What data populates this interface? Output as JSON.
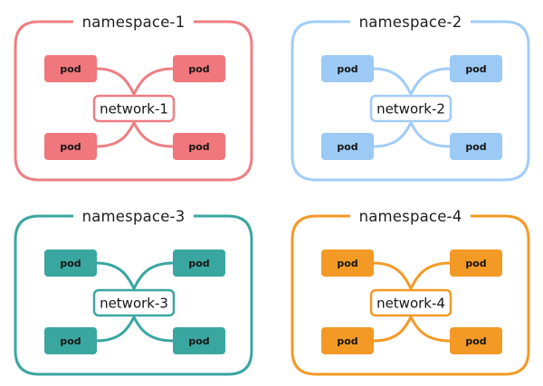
{
  "namespaces": [
    {
      "title": "namespace-1",
      "network": "network-1",
      "pods": [
        "pod",
        "pod",
        "pod",
        "pod"
      ],
      "border_color": "#ee7f84",
      "pod_color": "#f0777c"
    },
    {
      "title": "namespace-2",
      "network": "network-2",
      "pods": [
        "pod",
        "pod",
        "pod",
        "pod"
      ],
      "border_color": "#a2cdf6",
      "pod_color": "#9ccaf5"
    },
    {
      "title": "namespace-3",
      "network": "network-3",
      "pods": [
        "pod",
        "pod",
        "pod",
        "pod"
      ],
      "border_color": "#3aa6a0",
      "pod_color": "#3aa6a0"
    },
    {
      "title": "namespace-4",
      "network": "network-4",
      "pods": [
        "pod",
        "pod",
        "pod",
        "pod"
      ],
      "border_color": "#f39a26",
      "pod_color": "#f39a26"
    }
  ]
}
